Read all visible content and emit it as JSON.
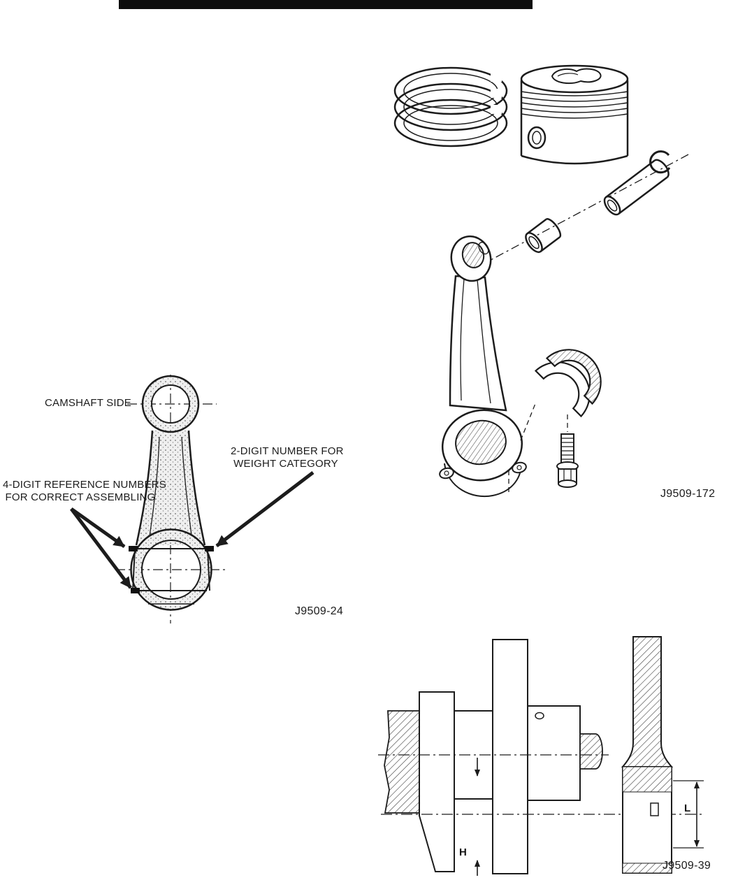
{
  "figures": {
    "piston_assembly": {
      "caption": "J9509-172"
    },
    "connecting_rod": {
      "camshaft_label": "CAMSHAFT SIDE",
      "weight_label_line1": "2-DIGIT NUMBER FOR",
      "weight_label_line2": "WEIGHT CATEGORY",
      "ref_label_line1": "4-DIGIT REFERENCE NUMBERS",
      "ref_label_line2": "FOR CORRECT ASSEMBLING",
      "caption": "J9509-24"
    },
    "crankshaft": {
      "dim_h": "H",
      "dim_l": "L",
      "caption": "J9509-39"
    }
  }
}
